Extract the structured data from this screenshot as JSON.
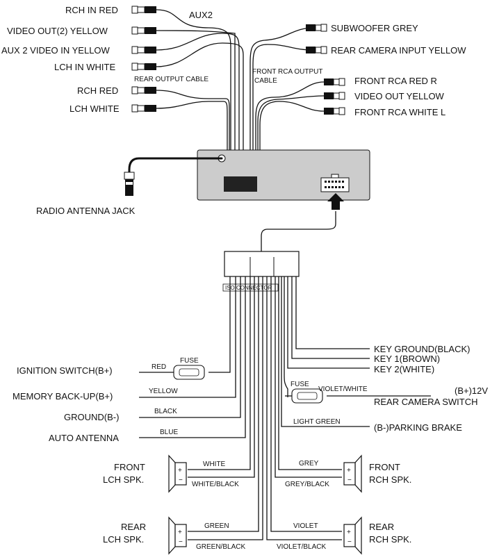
{
  "top_labels": {
    "aux2": "AUX2",
    "rch_in_red": "RCH IN RED",
    "video_out2_yellow": "VIDEO OUT(2) YELLOW",
    "aux2_video_in_yellow": "AUX 2 VIDEO IN YELLOW",
    "lch_in_white": "LCH IN WHITE",
    "rear_output_cable": "REAR OUTPUT CABLE",
    "rch_red": "RCH  RED",
    "lch_white": "LCH WHITE",
    "subwoofer_grey": "SUBWOOFER GREY",
    "rear_camera_input_yellow": "REAR CAMERA INPUT YELLOW",
    "front_rca_output": "FRONT RCA OUTPUT",
    "cable": "CABLE",
    "front_rca_red": "FRONT RCA RED  R",
    "video_out_yellow": "VIDEO  OUT  YELLOW",
    "front_rca_white": "FRONT RCA  WHITE  L",
    "radio_antenna_jack": "RADIO ANTENNA JACK",
    "iso_connector": "ISO CONNECTOR"
  },
  "left_labels": {
    "ignition": "IGNITION SWITCH(B+)",
    "memory": "MEMORY BACK-UP(B+)",
    "ground": "GROUND(B-)",
    "auto_antenna": "AUTO ANTENNA",
    "front_lch_1": "FRONT",
    "front_lch_2": "LCH SPK.",
    "rear_lch_1": "REAR",
    "rear_lch_2": "LCH SPK."
  },
  "right_labels": {
    "key_ground": "KEY GROUND(BLACK)",
    "key1": "KEY 1(BROWN)",
    "key2": "KEY 2(WHITE)",
    "b12v": "(B+)12V",
    "rear_camera_switch": "REAR CAMERA SWITCH",
    "parking_brake": "(B-)PARKING BRAKE",
    "front_rch_1": "FRONT",
    "front_rch_2": "RCH SPK.",
    "rear_rch_1": "REAR",
    "rear_rch_2": "RCH SPK."
  },
  "wire_colors": {
    "red": "RED",
    "fuse_left": "FUSE",
    "yellow": "YELLOW",
    "black": "BLACK",
    "blue": "BLUE",
    "white": "WHITE",
    "white_black": "WHITE/BLACK",
    "green": "GREEN",
    "green_black": "GREEN/BLACK",
    "fuse_right": "FUSE",
    "violet_white": "VIOLET/WHITE",
    "light_green": "LIGHT GREEN",
    "grey": "GREY",
    "grey_black": "GREY/BLACK",
    "violet": "VIOLET",
    "violet_black": "VIOLET/BLACK"
  },
  "colors": {
    "head_unit": "#cccccc",
    "line": "#111111"
  }
}
